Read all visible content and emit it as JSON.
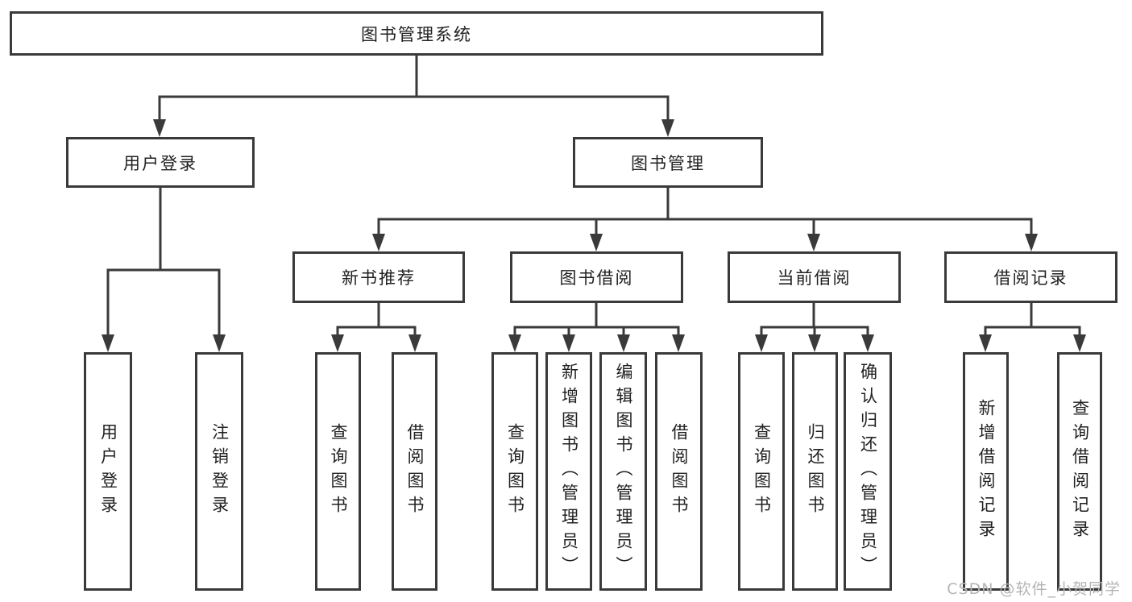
{
  "diagram_type": "tree",
  "title": "图书管理系统",
  "colors": {
    "line": "#3a3a3a",
    "box_border": "#3a3a3a",
    "text": "#212121",
    "watermark": "#b4b4b4",
    "background": "#ffffff"
  },
  "watermark": {
    "text": "CSDN @软件_小贺同学"
  },
  "tree": {
    "label": "图书管理系统",
    "children": [
      {
        "label": "用户登录",
        "children": [
          {
            "label": "用户登录"
          },
          {
            "label": "注销登录"
          }
        ]
      },
      {
        "label": "图书管理",
        "children": [
          {
            "label": "新书推荐",
            "children": [
              {
                "label": "查询图书"
              },
              {
                "label": "借阅图书"
              }
            ]
          },
          {
            "label": "图书借阅",
            "children": [
              {
                "label": "查询图书"
              },
              {
                "label": "新增图书（管理员）"
              },
              {
                "label": "编辑图书（管理员）"
              },
              {
                "label": "借阅图书"
              }
            ]
          },
          {
            "label": "当前借阅",
            "children": [
              {
                "label": "查询图书"
              },
              {
                "label": "归还图书"
              },
              {
                "label": "确认归还（管理员）"
              }
            ]
          },
          {
            "label": "借阅记录",
            "children": [
              {
                "label": "新增借阅记录"
              },
              {
                "label": "查询借阅记录"
              }
            ]
          }
        ]
      }
    ]
  }
}
